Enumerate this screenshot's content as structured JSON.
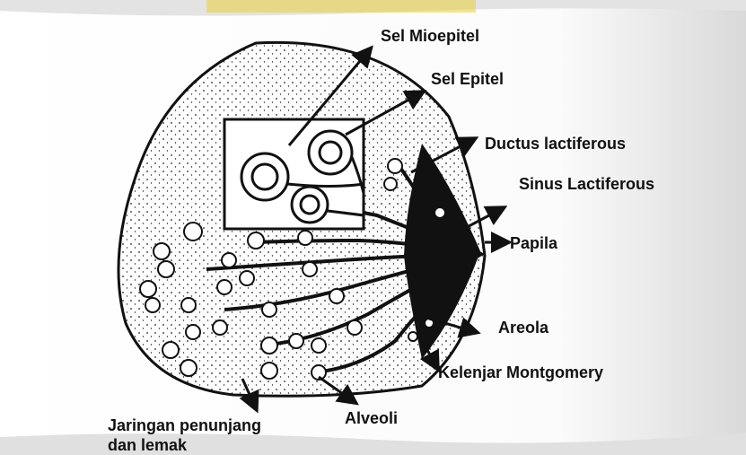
{
  "labels": {
    "sel_mioepitel": "Sel Mioepitel",
    "sel_epitel": "Sel Epitel",
    "ductus_lactiferous": "Ductus lactiferous",
    "sinus_lactiferous": "Sinus Lactiferous",
    "papila": "Papila",
    "areola": "Areola",
    "kelenjar_montgomery": "Kelenjar Montgomery",
    "alveoli": "Alveoli",
    "jaringan_line1": "Jaringan penunjang",
    "jaringan_line2": "dan lemak"
  },
  "colors": {
    "ink": "#111111",
    "watermark": "#e8d23c",
    "background": "#ffffff"
  },
  "icons": [
    "arrow-icon"
  ]
}
